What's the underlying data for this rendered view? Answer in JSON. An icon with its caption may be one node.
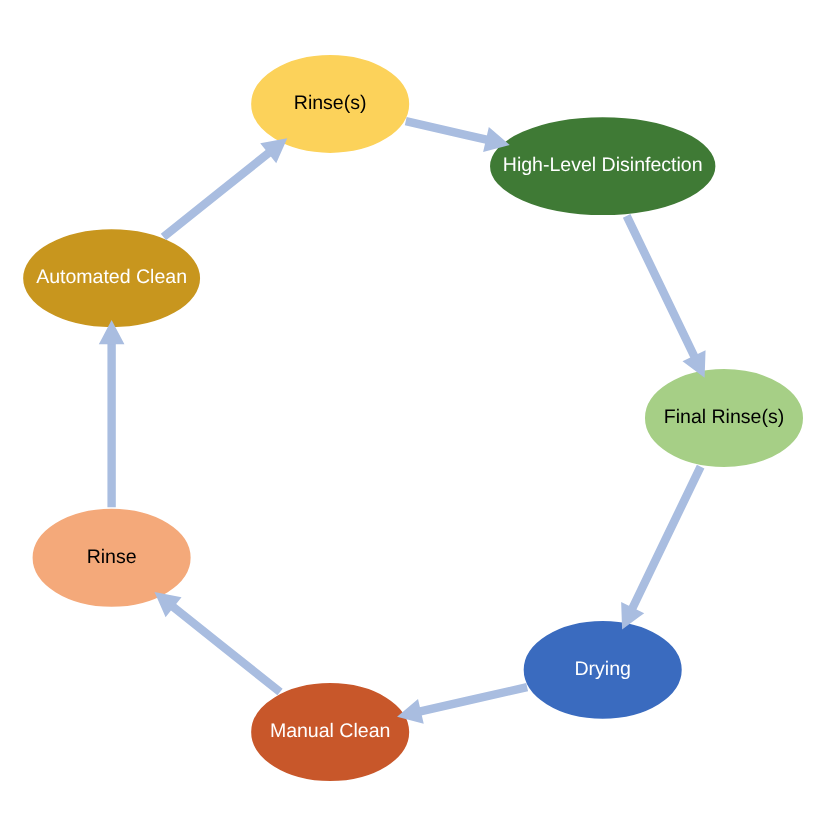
{
  "diagram": {
    "nodes": [
      {
        "text": [
          "Drying"
        ]
      },
      {
        "text": [
          "Manual Clean"
        ]
      },
      {
        "text": [
          "Rinse"
        ]
      },
      {
        "text": [
          "Automated Clean"
        ]
      },
      {
        "text": [
          "Rinse(s)"
        ]
      },
      {
        "text": [
          "High-Level Disinfection"
        ]
      },
      {
        "text": [
          "Final Rinse(s)"
        ]
      }
    ],
    "edges": [
      {
        "from": 0,
        "to": 1,
        "arrow": "to"
      },
      {
        "from": 1,
        "to": 2,
        "arrow": "to"
      },
      {
        "from": 2,
        "to": 3,
        "arrow": "to"
      },
      {
        "from": 3,
        "to": 4,
        "arrow": "to"
      },
      {
        "from": 4,
        "to": 5,
        "arrow": "to"
      },
      {
        "from": 5,
        "to": 6,
        "arrow": "to"
      },
      {
        "from": 6,
        "to": 0,
        "arrow": "to"
      }
    ]
  }
}
